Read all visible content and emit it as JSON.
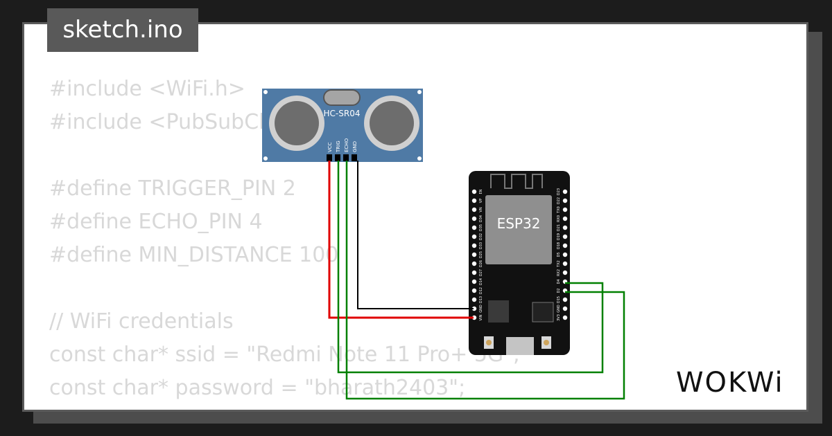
{
  "tab": {
    "filename": "sketch.ino"
  },
  "code_lines": [
    "#include <WiFi.h>",
    "#include <PubSubClient.h>",
    "",
    "#define TRIGGER_PIN 2",
    "#define ECHO_PIN 4",
    "#define MIN_DISTANCE 100",
    "",
    "// WiFi credentials",
    "const char* ssid = \"Redmi Note 11 Pro+ 5G\";",
    "const char* password = \"bharath2403\";"
  ],
  "sensor": {
    "label": "HC-SR04",
    "pins": [
      "VCC",
      "TRIG",
      "ECHO",
      "GND"
    ]
  },
  "board": {
    "label": "ESP32",
    "left_pins": [
      "EN",
      "VP",
      "VN",
      "D34",
      "D35",
      "D32",
      "D33",
      "D25",
      "D26",
      "D27",
      "D14",
      "D12",
      "D13",
      "GND",
      "VIN"
    ],
    "right_pins": [
      "D23",
      "D22",
      "TX0",
      "RX0",
      "D21",
      "D19",
      "D18",
      "D5",
      "TX2",
      "RX2",
      "D4",
      "D2",
      "D15",
      "GND",
      "3V3"
    ]
  },
  "wire_colors": {
    "power": "#e00000",
    "ground": "#000000",
    "signal": "#008000"
  },
  "colors": {
    "background": "#1c1c1c",
    "card": "#ffffff",
    "code_text": "#d8d8d8",
    "tab_bg": "#595959",
    "sensor_board": "#4f7aa5",
    "esp_board": "#111111",
    "esp_chip": "#8f8f8f"
  },
  "brand": {
    "logo_text": "WOKWi"
  }
}
